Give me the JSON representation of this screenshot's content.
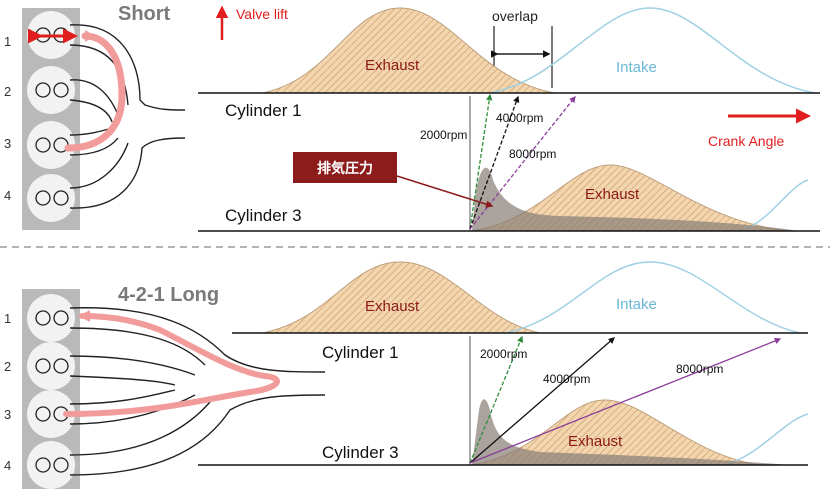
{
  "top": {
    "title": "Short",
    "valve_lift": "Valve lift",
    "crank_angle": "Crank Angle",
    "overlap": "overlap",
    "exhaust_upper": "Exhaust",
    "intake": "Intake",
    "cylinder1": "Cylinder 1",
    "cylinder3": "Cylinder 3",
    "exhaust_lower": "Exhaust",
    "rpm": [
      "2000rpm",
      "4000rpm",
      "8000rpm"
    ],
    "pressure_label": "排気圧力",
    "cylinder_numbers": [
      "1",
      "2",
      "3",
      "4"
    ]
  },
  "bottom": {
    "title": "4-2-1 Long",
    "exhaust_upper": "Exhaust",
    "intake": "Intake",
    "cylinder1": "Cylinder 1",
    "cylinder3": "Cylinder 3",
    "exhaust_lower": "Exhaust",
    "rpm": [
      "2000rpm",
      "4000rpm",
      "8000rpm"
    ],
    "cylinder_numbers": [
      "1",
      "2",
      "3",
      "4"
    ]
  },
  "colors": {
    "exhaust_fill": "#f3d2a8",
    "exhaust_hatch": "#c9996b",
    "intake_line": "#9fd0e4",
    "red": "#e01e1e",
    "pipe_highlight": "#f29b9b",
    "pressure_box": "#8c1c1c",
    "rpm_2000": "#2f8f3a",
    "rpm_4000": "#111111",
    "rpm_8000": "#8a3d9a"
  }
}
